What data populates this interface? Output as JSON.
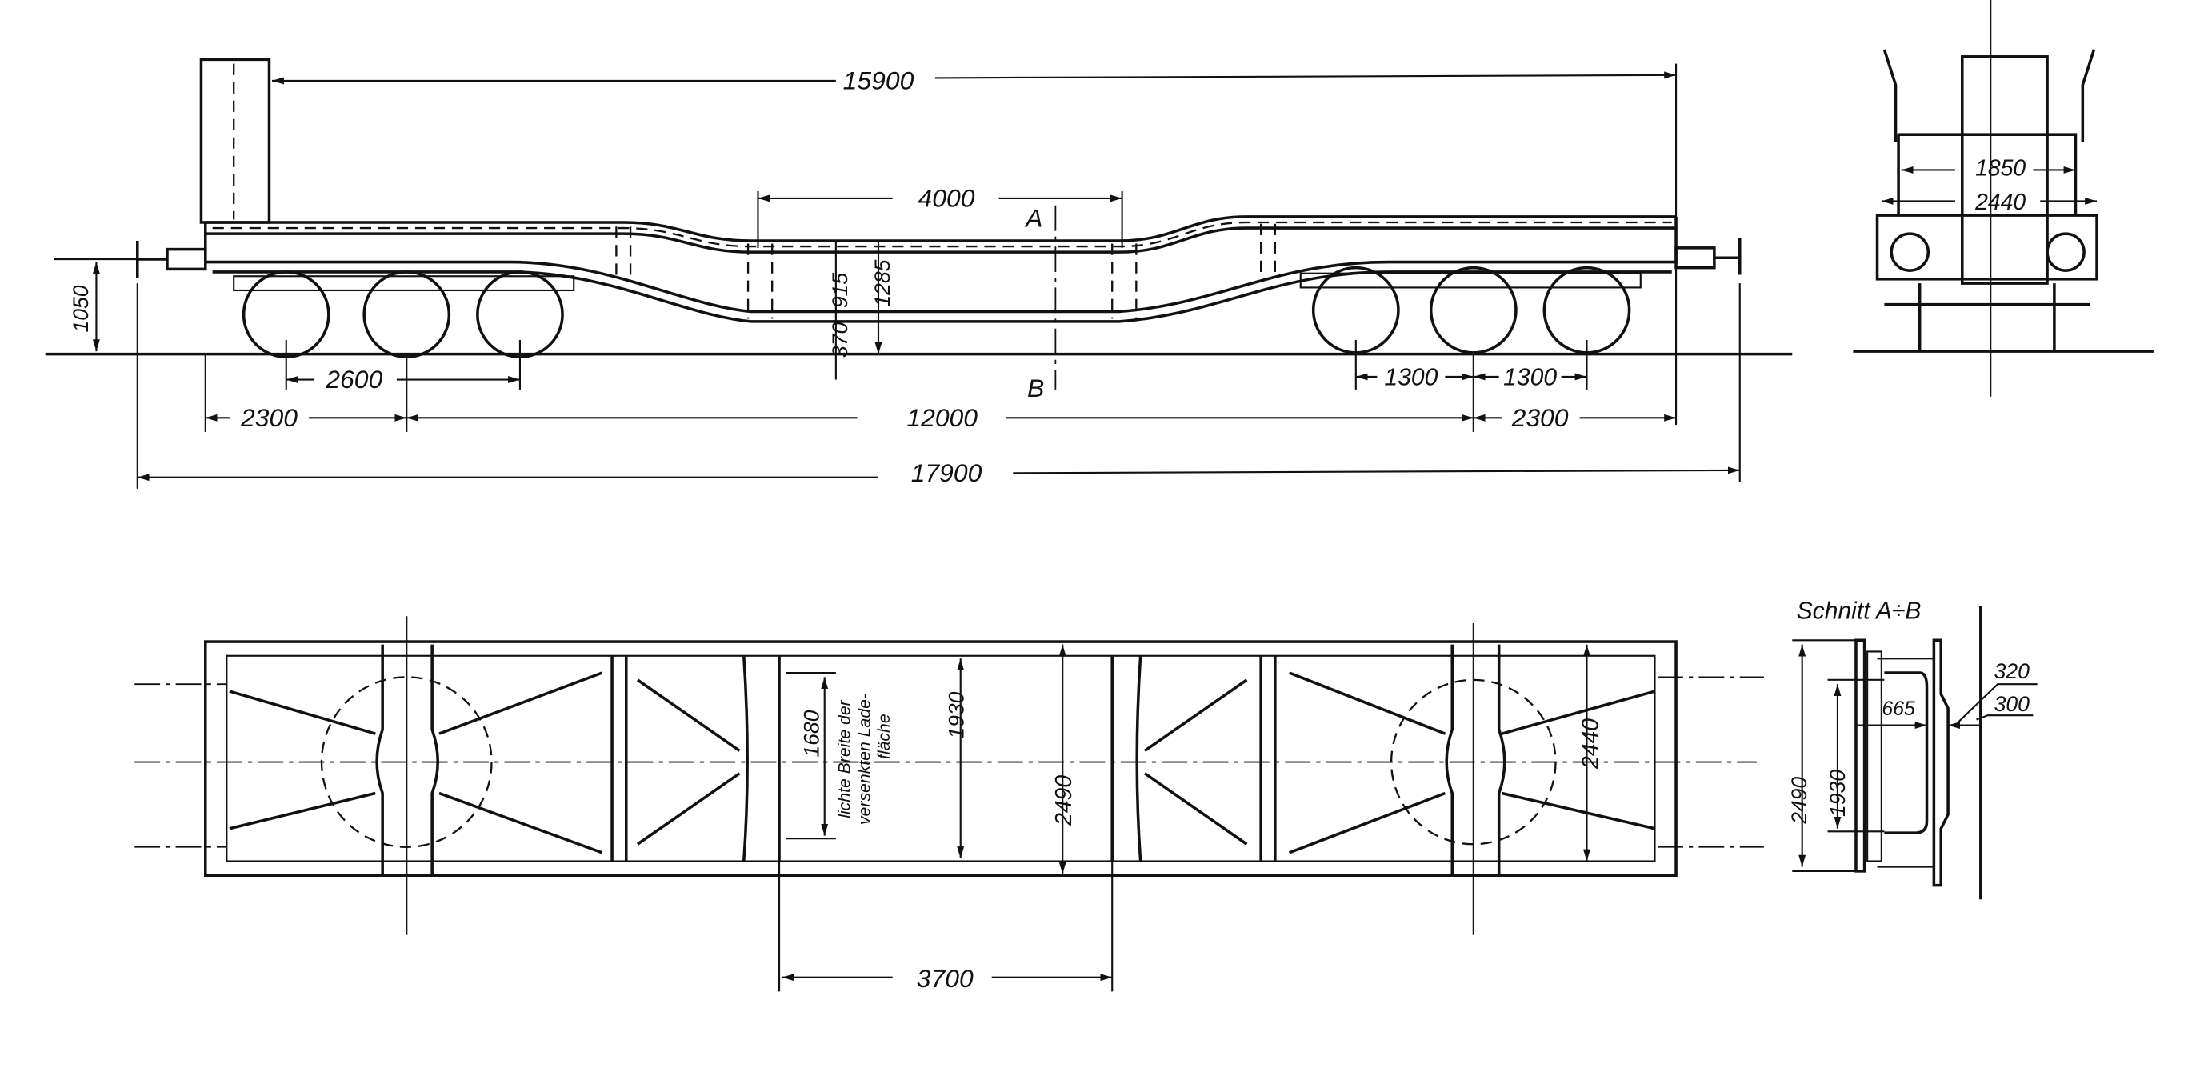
{
  "side_view": {
    "dim_overall_frame": "15900",
    "dim_depressed_length": "4000",
    "section_mark_top": "A",
    "section_mark_bottom": "B",
    "dim_915": "915",
    "dim_1285": "1285",
    "dim_370": "370",
    "dim_buffer_height": "1050",
    "dim_axle_spacing_left": "2600",
    "dim_axle_spacing_right_1": "1300",
    "dim_axle_spacing_right_2": "1300",
    "dim_end_left": "2300",
    "dim_bogie_centers": "12000",
    "dim_end_right": "2300",
    "dim_overall_length": "17900"
  },
  "end_view": {
    "dim_1850": "1850",
    "dim_2440": "2440"
  },
  "plan_view": {
    "dim_1680": "1680",
    "note_line1": "lichte Breite der",
    "note_line2": "versenkten Lade-",
    "note_line3": "fläche",
    "dim_1930": "1930",
    "dim_2490": "2490",
    "dim_2440": "2440",
    "dim_3700": "3700"
  },
  "section_view": {
    "title": "Schnitt A÷B",
    "dim_320": "320",
    "dim_300": "300",
    "dim_665": "665",
    "dim_2490": "2490",
    "dim_1930": "1930"
  }
}
